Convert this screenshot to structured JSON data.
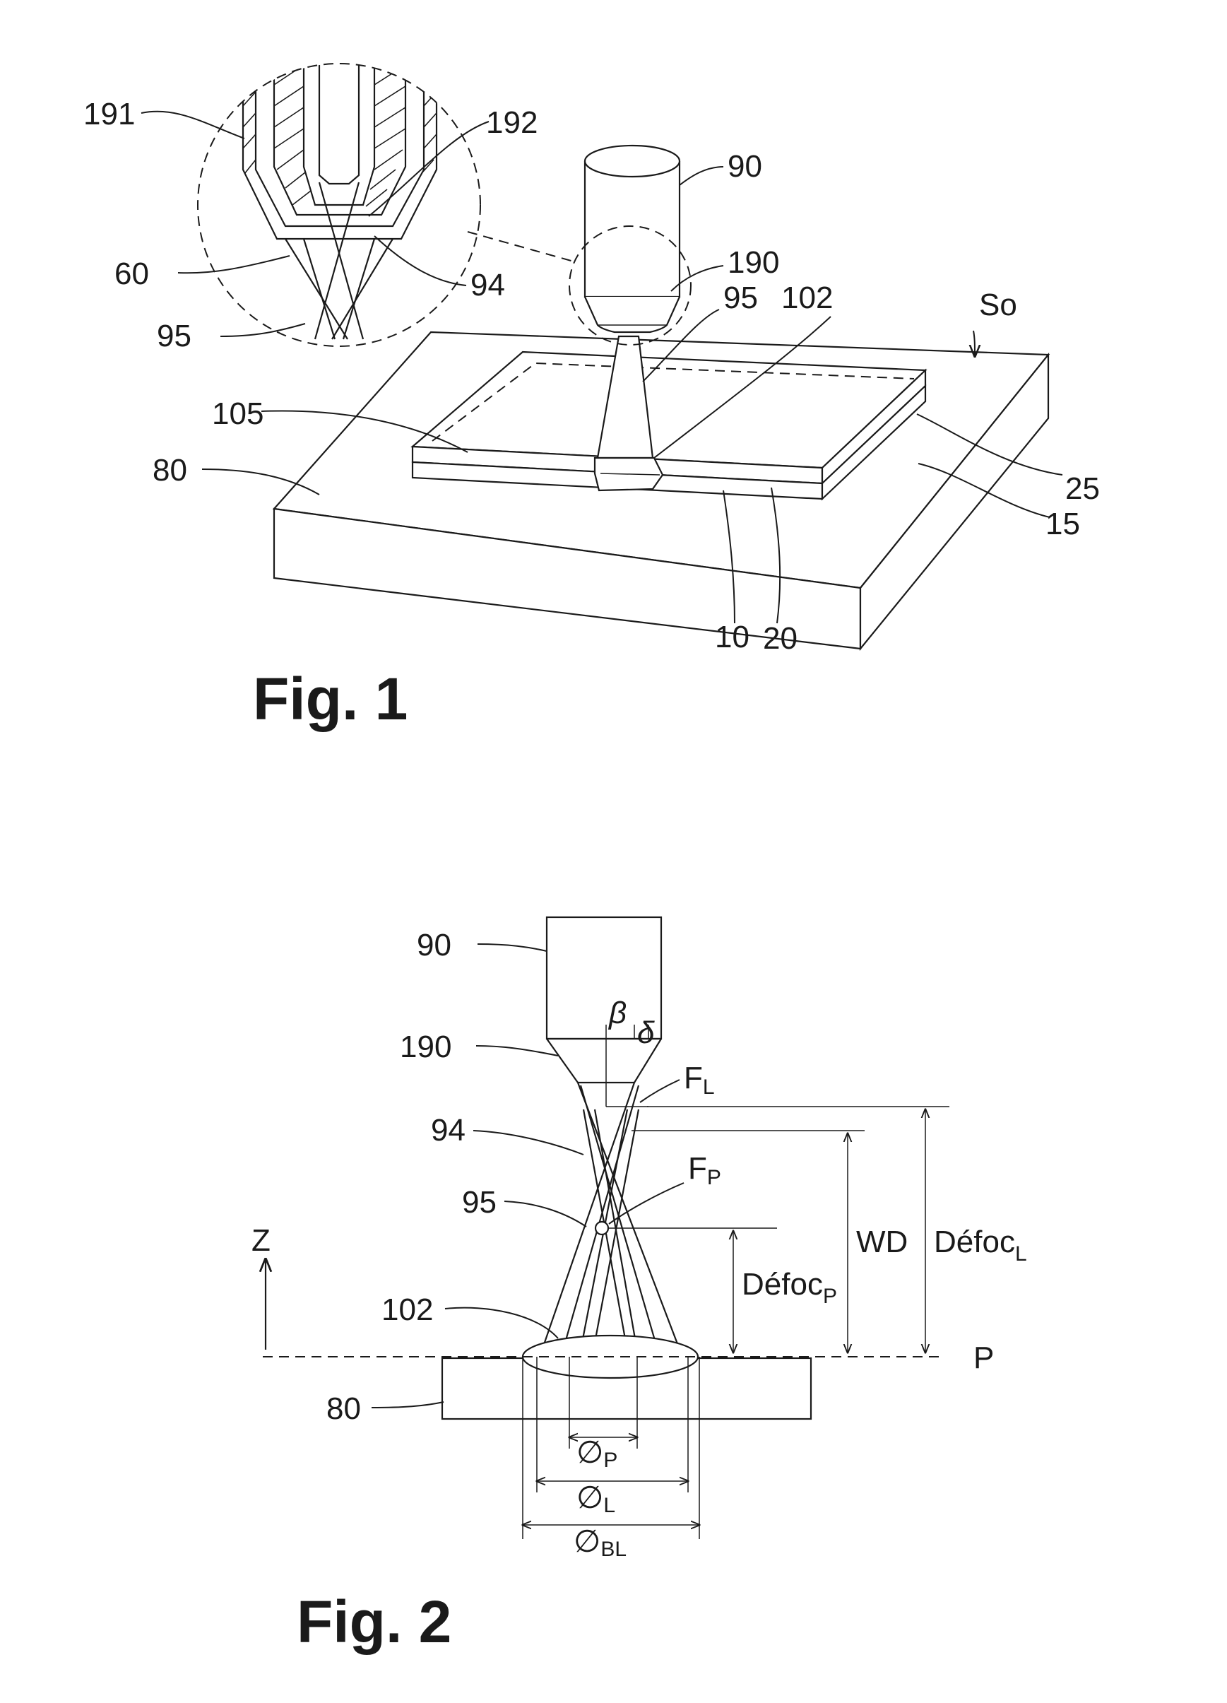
{
  "fig1": {
    "caption": "Fig. 1",
    "labels": {
      "l191": "191",
      "l192": "192",
      "l60": "60",
      "l94": "94",
      "l95a": "95",
      "l90": "90",
      "l190": "190",
      "l95b": "95",
      "l102": "102",
      "lSo": "So",
      "l105": "105",
      "l80": "80",
      "l25": "25",
      "l15": "15",
      "l10": "10",
      "l20": "20"
    }
  },
  "fig2": {
    "caption": "Fig. 2",
    "labels": {
      "l90": "90",
      "l190": "190",
      "l94": "94",
      "l95": "95",
      "l102": "102",
      "l80": "80",
      "beta": "β",
      "delta": "δ",
      "z": "Z",
      "p": "P",
      "fl": "F",
      "fl_sub": "L",
      "fp": "F",
      "fp_sub": "P",
      "wd": "WD",
      "defoc_l": "Défoc",
      "defoc_l_sub": "L",
      "defoc_p": "Défoc",
      "defoc_p_sub": "P",
      "dia_p": "∅",
      "dia_p_sub": "P",
      "dia_l": "∅",
      "dia_l_sub": "L",
      "dia_bl": "∅",
      "dia_bl_sub": "BL"
    }
  }
}
